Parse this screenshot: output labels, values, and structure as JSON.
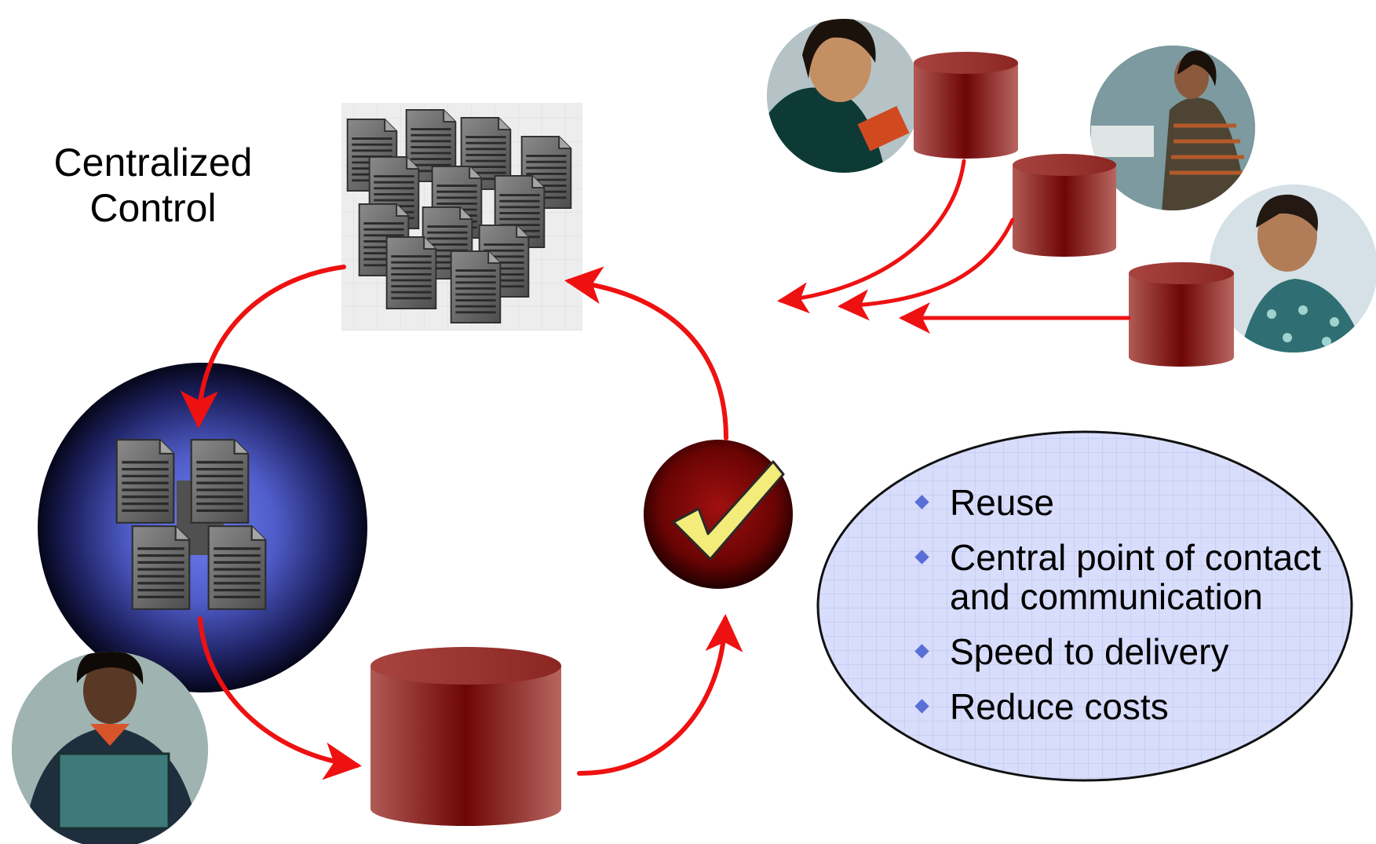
{
  "title": {
    "line1": "Centralized",
    "line2": "Control"
  },
  "benefits": [
    "Reuse",
    "Central point of contact and communication",
    "Speed to delivery",
    "Reduce costs"
  ],
  "colors": {
    "arrow": "#ee1111",
    "cylinder_dark": "#7a0b0b",
    "cylinder_light": "#b35a55",
    "sphere_core": "#6f7df0",
    "sphere_edge": "#0a0a20",
    "ellipse_fill": "#d6dcfa",
    "bullet": "#5a6fd6",
    "check": "#f5ec7a"
  },
  "icons": [
    "document-icon",
    "database-icon",
    "checkmark-icon",
    "person-photo"
  ]
}
